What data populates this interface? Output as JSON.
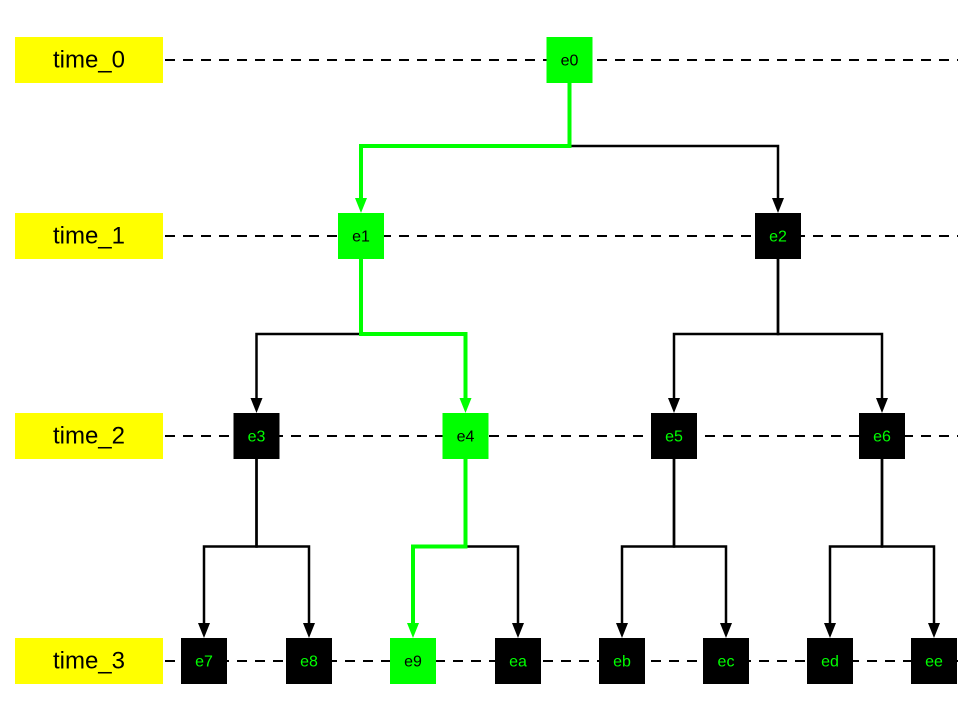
{
  "colors": {
    "highlight": "#00ff00",
    "node_dark": "#000000",
    "label_bg": "#ffff00",
    "label_text": "#000000",
    "edge_dark": "#000000",
    "timeline": "#000000"
  },
  "levels": [
    {
      "label": "time_0"
    },
    {
      "label": "time_1"
    },
    {
      "label": "time_2"
    },
    {
      "label": "time_3"
    }
  ],
  "nodes": [
    {
      "id": "e0",
      "label": "e0",
      "level": 0,
      "highlighted": true
    },
    {
      "id": "e1",
      "label": "e1",
      "level": 1,
      "highlighted": true
    },
    {
      "id": "e2",
      "label": "e2",
      "level": 1,
      "highlighted": false
    },
    {
      "id": "e3",
      "label": "e3",
      "level": 2,
      "highlighted": false
    },
    {
      "id": "e4",
      "label": "e4",
      "level": 2,
      "highlighted": true
    },
    {
      "id": "e5",
      "label": "e5",
      "level": 2,
      "highlighted": false
    },
    {
      "id": "e6",
      "label": "e6",
      "level": 2,
      "highlighted": false
    },
    {
      "id": "e7",
      "label": "e7",
      "level": 3,
      "highlighted": false
    },
    {
      "id": "e8",
      "label": "e8",
      "level": 3,
      "highlighted": false
    },
    {
      "id": "e9",
      "label": "e9",
      "level": 3,
      "highlighted": true
    },
    {
      "id": "ea",
      "label": "ea",
      "level": 3,
      "highlighted": false
    },
    {
      "id": "eb",
      "label": "eb",
      "level": 3,
      "highlighted": false
    },
    {
      "id": "ec",
      "label": "ec",
      "level": 3,
      "highlighted": false
    },
    {
      "id": "ed",
      "label": "ed",
      "level": 3,
      "highlighted": false
    },
    {
      "id": "ee",
      "label": "ee",
      "level": 3,
      "highlighted": false
    }
  ],
  "edges": [
    {
      "from": "e0",
      "to": "e1",
      "highlighted": true
    },
    {
      "from": "e0",
      "to": "e2",
      "highlighted": false
    },
    {
      "from": "e1",
      "to": "e3",
      "highlighted": false
    },
    {
      "from": "e1",
      "to": "e4",
      "highlighted": true
    },
    {
      "from": "e2",
      "to": "e5",
      "highlighted": false
    },
    {
      "from": "e2",
      "to": "e6",
      "highlighted": false
    },
    {
      "from": "e3",
      "to": "e7",
      "highlighted": false
    },
    {
      "from": "e3",
      "to": "e8",
      "highlighted": false
    },
    {
      "from": "e4",
      "to": "e9",
      "highlighted": true
    },
    {
      "from": "e4",
      "to": "ea",
      "highlighted": false
    },
    {
      "from": "e5",
      "to": "eb",
      "highlighted": false
    },
    {
      "from": "e5",
      "to": "ec",
      "highlighted": false
    },
    {
      "from": "e6",
      "to": "ed",
      "highlighted": false
    },
    {
      "from": "e6",
      "to": "ee",
      "highlighted": false
    }
  ]
}
